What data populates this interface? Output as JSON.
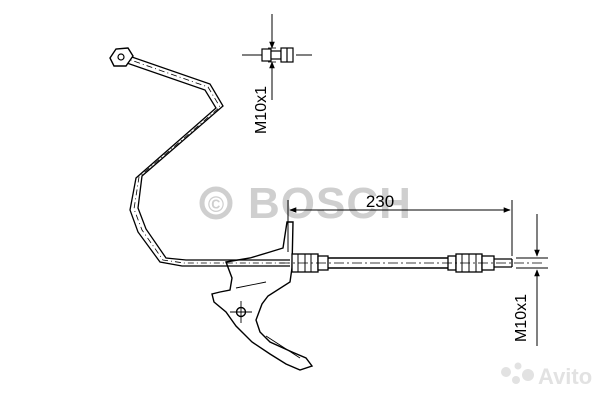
{
  "dimensions": {
    "length": "230",
    "thread_top": "M10x1",
    "thread_right": "M10x1"
  },
  "watermarks": {
    "brand": "BOSCH",
    "copyright_symbol": "©",
    "marketplace": "Avito"
  },
  "colors": {
    "line": "#000000",
    "watermark": "#cfcfcf",
    "watermark_light": "#e2e2e2"
  }
}
